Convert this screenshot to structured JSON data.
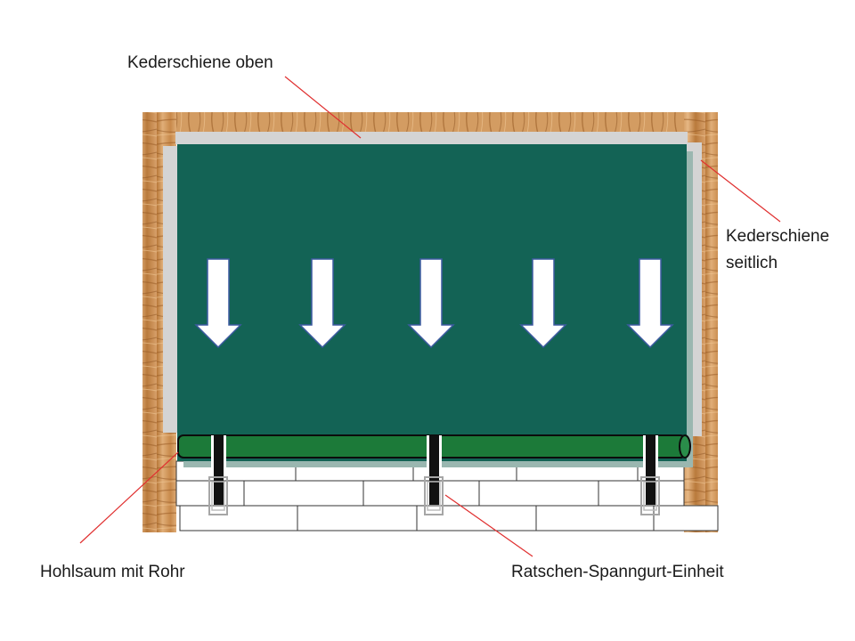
{
  "labels": {
    "keder_top": "Kederschiene oben",
    "keder_side_line1": "Kederschiene",
    "keder_side_line2": "seitlich",
    "hem_with_pipe": "Hohlsaum mit Rohr",
    "ratchet_strap_unit": "Ratschen-Spanngurt-Einheit"
  },
  "colors": {
    "wood_light": "#d9a46c",
    "wood_dark": "#a8672e",
    "keder_rail": "#d4d4d4",
    "tarp": "#136355",
    "pipe": "#1c7a39",
    "arrow_fill": "#ffffff",
    "arrow_stroke": "#3c5aa0",
    "callout_line": "#e03030",
    "strap": "#111111",
    "buckle": "#a6a6a6"
  },
  "icons": [
    "down-arrow-icon"
  ]
}
